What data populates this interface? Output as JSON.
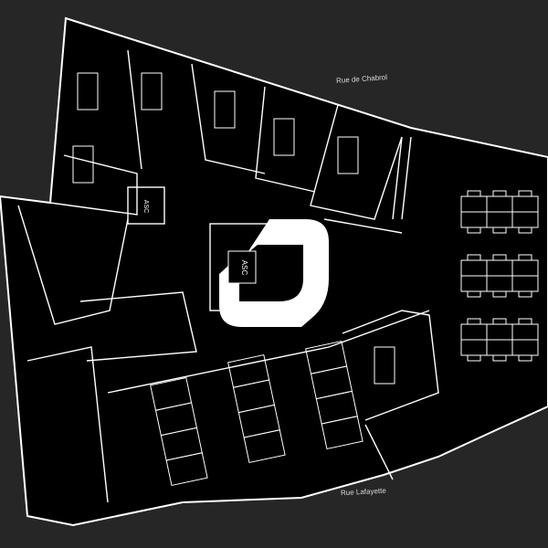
{
  "streets": {
    "top": "Rue de Chabrol",
    "bottom": "Rue Lafayette"
  },
  "elevator_label": "ASC",
  "colors": {
    "background": "#262626",
    "floor": "#000000",
    "lines": "#ffffff",
    "logo": "#ffffff"
  }
}
